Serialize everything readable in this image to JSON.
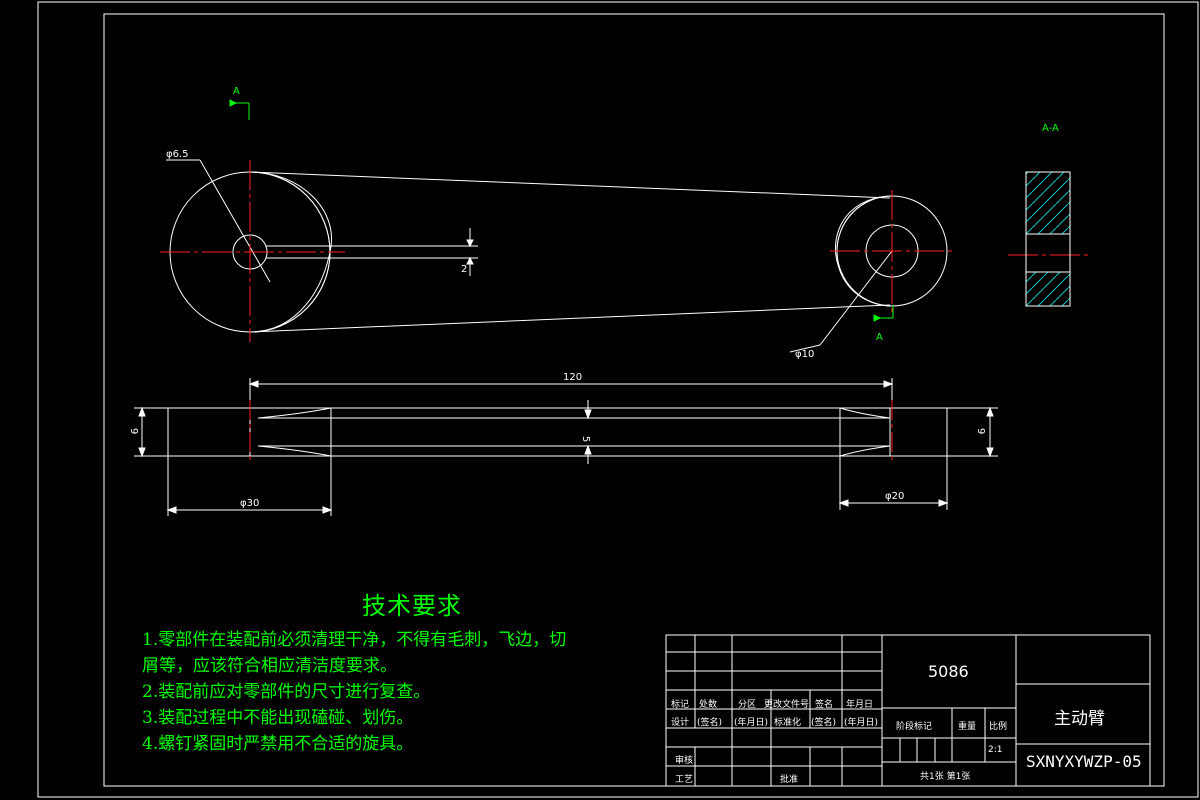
{
  "section_marks": {
    "top_a": "A",
    "bottom_a": "A",
    "section_view": "A-A"
  },
  "dimensions": {
    "d_big_hole": "φ6.5",
    "d_small": "φ10",
    "slot_width": "2",
    "length": "120",
    "thickness_mid": "5",
    "thickness_left": "9",
    "thickness_right": "9",
    "d_left_boss": "φ30",
    "d_right_boss": "φ20"
  },
  "tech_requirements": {
    "title": "技术要求",
    "lines": [
      "1.零部件在装配前必须清理干净，不得有毛刺，飞边，切",
      "屑等，应该符合相应清洁度要求。",
      "2.装配前应对零部件的尺寸进行复查。",
      "3.装配过程中不能出现磕碰、划伤。",
      "4.螺钉紧固时严禁用不合适的旋具。"
    ]
  },
  "title_block": {
    "code": "5086",
    "part_name": "主动臂",
    "drawing_number": "SXNYXYWZP-05",
    "row_labels_1": [
      "标记",
      "处数",
      "分区",
      "更改文件号",
      "签名",
      "年月日"
    ],
    "row_labels_2": [
      "设计",
      "(签名)",
      "(年月日)",
      "标准化",
      "(签名)",
      "(年月日)"
    ],
    "stage_label": "阶段标记",
    "weight_label": "重量",
    "scale_label": "比例",
    "scale_value": "2:1",
    "review_label": "审核",
    "process_label": "工艺",
    "approve_label": "批准",
    "sheets": "共1张 第1张"
  }
}
